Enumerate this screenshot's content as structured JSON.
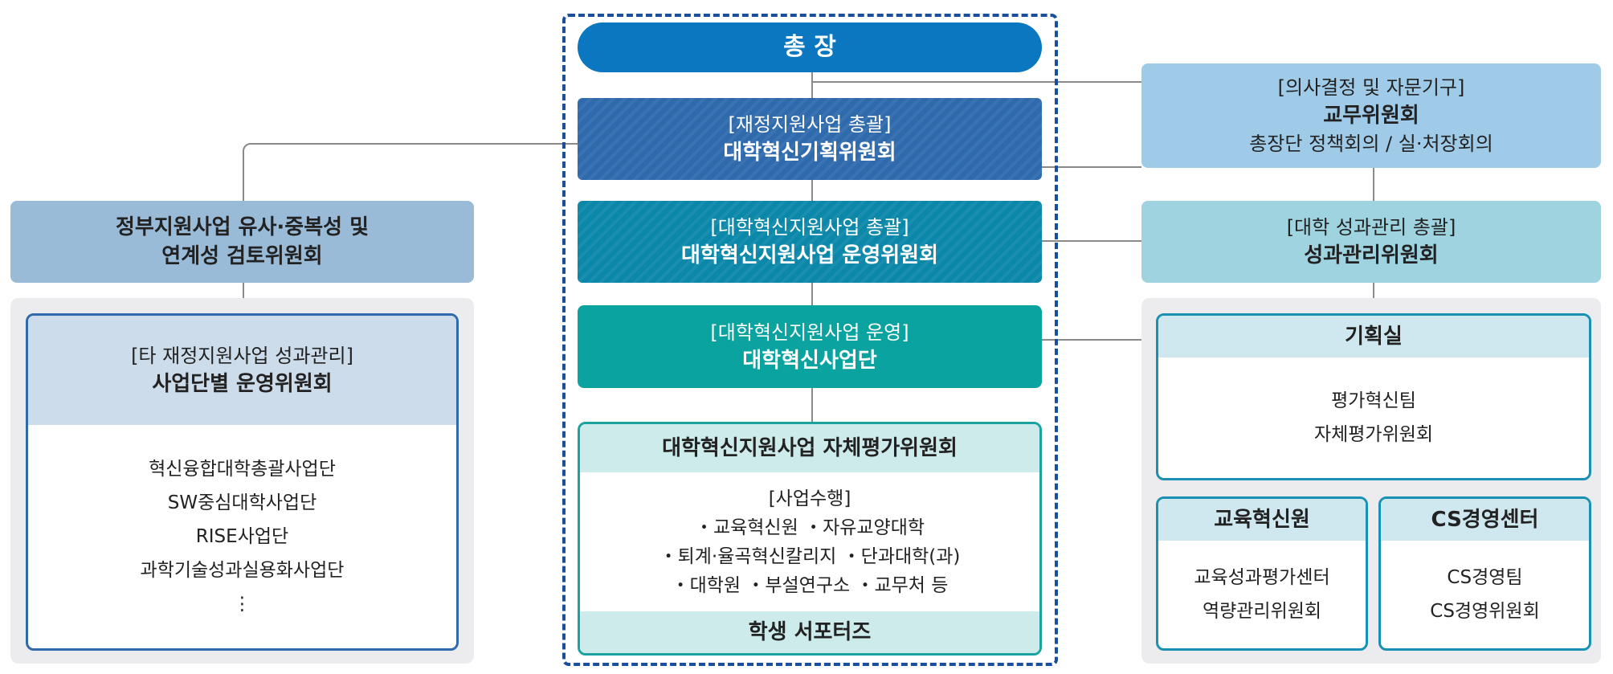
{
  "center": {
    "president": "총 장",
    "planning": {
      "sub": "[재정지원사업 총괄]",
      "main": "대학혁신기획위원회"
    },
    "operation_committee": {
      "sub": "[대학혁신지원사업 총괄]",
      "main": "대학혁신지원사업 운영위원회"
    },
    "project_group": {
      "sub": "[대학혁신지원사업 운영]",
      "main": "대학혁신사업단"
    },
    "self_eval": {
      "title": "대학혁신지원사업 자체평가위원회",
      "section": "[사업수행]",
      "lines": [
        "・교육혁신원  ・자유교양대학",
        "・퇴계·율곡혁신칼리지  ・단과대학(과)",
        "・대학원  ・부설연구소  ・교무처 등"
      ],
      "footer": "학생 서포터즈"
    }
  },
  "left": {
    "review": {
      "line1": "정부지원사업 유사·중복성 및",
      "line2": "연계성 검토위원회"
    },
    "ops": {
      "sub": "[타 재정지원사업 성과관리]",
      "main": "사업단별 운영위원회",
      "items": [
        "혁신융합대학총괄사업단",
        "SW중심대학사업단",
        "RISE사업단",
        "과학기술성과실용화사업단",
        "⋮"
      ]
    }
  },
  "right": {
    "academic": {
      "sub": "[의사결정 및 자문기구]",
      "main": "교무위원회",
      "note": "총장단 정책회의 / 실·처장회의"
    },
    "performance": {
      "sub": "[대학 성과관리 총괄]",
      "main": "성과관리위원회"
    },
    "planning_office": {
      "title": "기획실",
      "items": [
        "평가혁신팀",
        "자체평가위원회"
      ]
    },
    "edu_innovation": {
      "title": "교육혁신원",
      "items": [
        "교육성과평가센터",
        "역량관리위원회"
      ]
    },
    "cs_center": {
      "title": "CS경영센터",
      "items": [
        "CS경영팀",
        "CS경영위원회"
      ]
    }
  },
  "colors": {
    "president": "#0a77c0",
    "planning": "#2f6aad",
    "operation": "#0b87a9",
    "project": "#0aa39f",
    "dashed": "#1a4f9c",
    "left_review": "#9abbd8",
    "right_academic": "#a0cbe8",
    "right_perf": "#9fd3e0"
  }
}
